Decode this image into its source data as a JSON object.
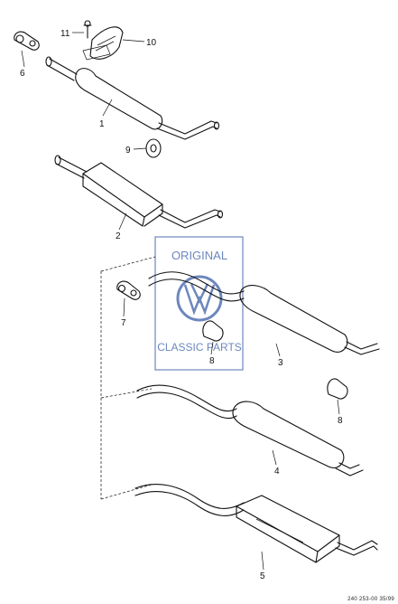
{
  "callouts": [
    {
      "id": "1",
      "text": "1"
    },
    {
      "id": "2",
      "text": "2"
    },
    {
      "id": "3",
      "text": "3"
    },
    {
      "id": "4",
      "text": "4"
    },
    {
      "id": "5",
      "text": "5"
    },
    {
      "id": "6",
      "text": "6"
    },
    {
      "id": "7",
      "text": "7"
    },
    {
      "id": "8a",
      "text": "8"
    },
    {
      "id": "8b",
      "text": "8"
    },
    {
      "id": "9",
      "text": "9"
    },
    {
      "id": "10",
      "text": "10"
    },
    {
      "id": "11",
      "text": "11"
    }
  ],
  "watermark": {
    "line1": "ORIGINAL",
    "line2": "CLASSIC PARTS",
    "logo_color": "#3b5fa8"
  },
  "footer": {
    "text": "240 253-00 35/99"
  }
}
